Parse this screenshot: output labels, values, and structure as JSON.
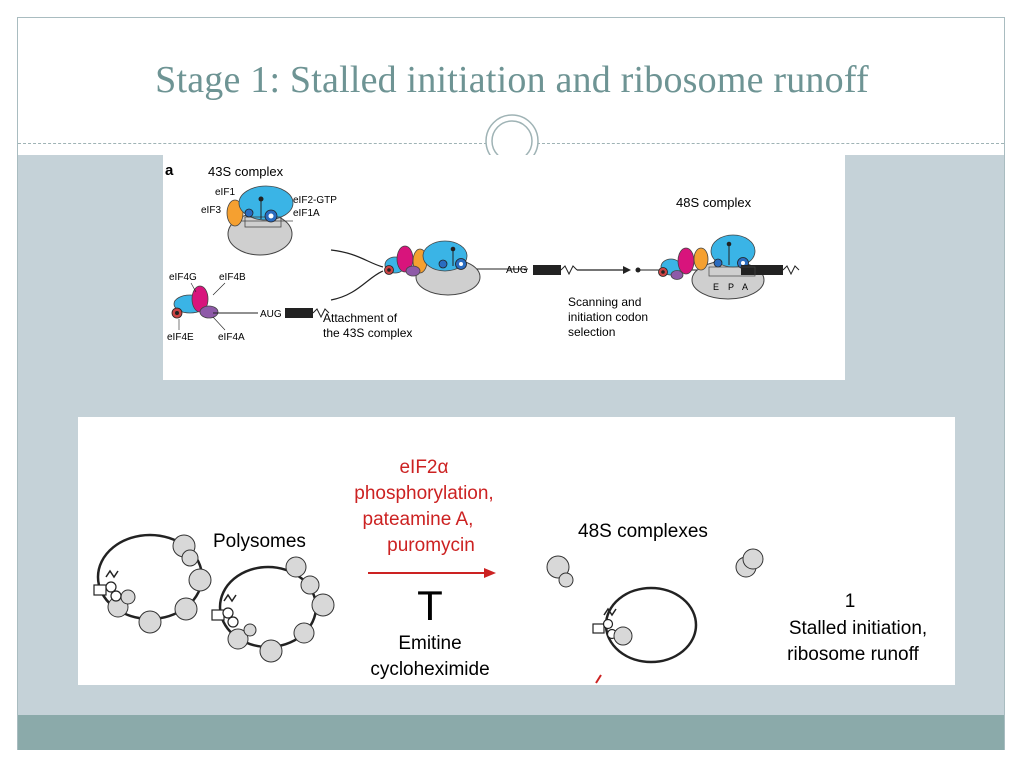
{
  "slide": {
    "title": "Stage 1: Stalled initiation and ribosome runoff"
  },
  "panel_a": {
    "panel_letter": "a",
    "complex_43s_label": "43S complex",
    "complex_48s_label": "48S complex",
    "factors": {
      "eif1": "eIF1",
      "eif3": "eIF3",
      "eif2gtp": "eIF2-GTP",
      "eif1a": "eIF1A",
      "eif4g": "eIF4G",
      "eif4b": "eIF4B",
      "eif4e": "eIF4E",
      "eif4a": "eIF4A"
    },
    "aug_label": "AUG",
    "attachment_line1": "Attachment of",
    "attachment_line2": "the 43S complex",
    "scanning_line1": "Scanning and",
    "scanning_line2": "initiation codon",
    "scanning_line3": "selection",
    "site_e": "E",
    "site_p": "P",
    "site_a": "A",
    "colors": {
      "cyan": "#3ab4e6",
      "magenta": "#d8147c",
      "orange": "#f5a030",
      "purple": "#8e5aa8",
      "blue": "#2a6cc0",
      "grey": "#cfcfcf"
    }
  },
  "panel_b": {
    "polysomes_label": "Polysomes",
    "red_line1": "eIF2α",
    "red_line2": "phosphorylation,",
    "red_line3": "pateamine A,",
    "red_line4": "puromycin",
    "black_line1": "Emitine",
    "black_line2": "cycloheximide",
    "inhibit_symbol": "T",
    "complexes_48s_label": "48S complexes",
    "stage_number": "1",
    "stage_line1": "Stalled initiation,",
    "stage_line2": "ribosome runoff",
    "red_color": "#cc2222"
  }
}
